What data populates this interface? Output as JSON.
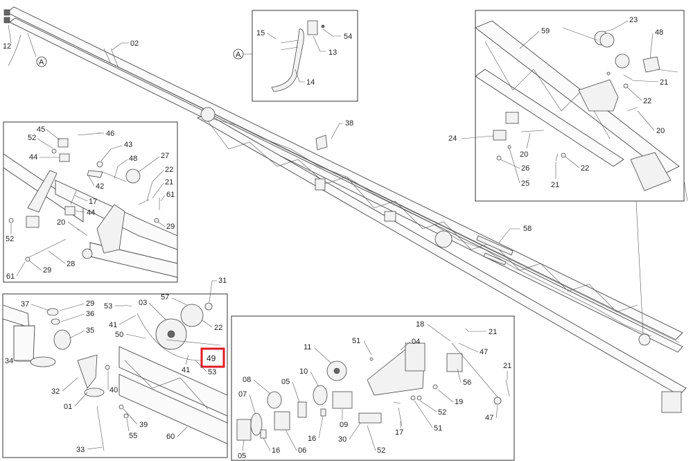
{
  "diagram": {
    "main_labels": {
      "l12": "12",
      "l02": "02",
      "l38": "38",
      "l58": "58",
      "markerA": "A"
    },
    "inset_top": {
      "l15": "15",
      "l54": "54",
      "l13": "13",
      "l14": "14",
      "markerA": "A"
    },
    "inset_left": {
      "l45": "45",
      "l52a": "52",
      "l46": "46",
      "l44a": "44",
      "l43": "43",
      "l48": "48",
      "l27": "27",
      "l42": "42",
      "l22": "22",
      "l21": "21",
      "l61a": "61",
      "l17": "17",
      "l44b": "44",
      "l20": "20",
      "l29a": "29",
      "l52b": "52",
      "l28": "28",
      "l29b": "29",
      "l61b": "61"
    },
    "inset_right": {
      "l59": "59",
      "l23": "23",
      "l48": "48",
      "l21a": "21",
      "l22a": "22",
      "l20a": "20",
      "l24": "24",
      "l20b": "20",
      "l26": "26",
      "l22b": "22",
      "l25": "25",
      "l21b": "21"
    },
    "inset_bottom_left": {
      "l37": "37",
      "l29": "29",
      "l36": "36",
      "l35": "35",
      "l34": "34",
      "l32": "32",
      "l01": "01",
      "l40": "40",
      "l33": "33",
      "l53a": "53",
      "l03": "03",
      "l57": "57",
      "l31": "31",
      "l41a": "41",
      "l22": "22",
      "l50": "50",
      "l49": "49",
      "l41b": "41",
      "l53b": "53",
      "l39": "39",
      "l55": "55",
      "l60": "60"
    },
    "inset_bottom_right": {
      "l18": "18",
      "l21a": "21",
      "l51a": "51",
      "l04": "04",
      "l47a": "47",
      "l11": "11",
      "l10": "10",
      "l08": "08",
      "l05a": "05",
      "l56": "56",
      "l21b": "21",
      "l07": "07",
      "l19": "19",
      "l52": "52",
      "l09": "09",
      "l51b": "51",
      "l47b": "47",
      "l16a": "16",
      "l30": "30",
      "l17": "17",
      "l05b": "05",
      "l16b": "16",
      "l06": "06"
    }
  }
}
